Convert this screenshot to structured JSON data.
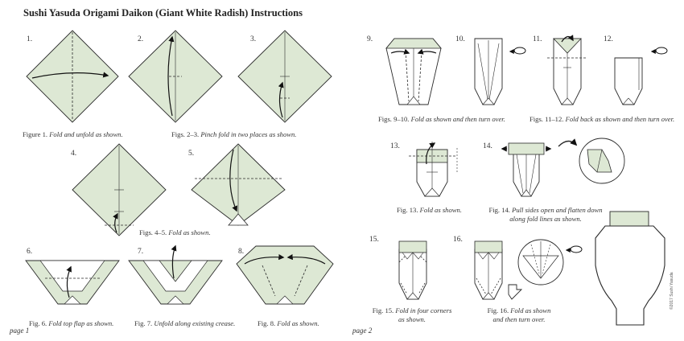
{
  "title": "Sushi Yasuda Origami Daikon (Giant White Radish) Instructions",
  "pages": {
    "left": "page 1",
    "right": "page 2"
  },
  "copyright": "©2017 Sushi Yasuda",
  "colors": {
    "paper_color": "#dde8d4",
    "line": "#2a2a2a",
    "arrow": "#111111"
  },
  "steps": {
    "s1": "1.",
    "s2": "2.",
    "s3": "3.",
    "s4": "4.",
    "s5": "5.",
    "s6": "6.",
    "s7": "7.",
    "s8": "8.",
    "s9": "9.",
    "s10": "10.",
    "s11": "11.",
    "s12": "12.",
    "s13": "13.",
    "s14": "14.",
    "s15": "15.",
    "s16": "16."
  },
  "captions": {
    "c1_lead": "Figure 1.",
    "c1_text": "Fold and unfold as shown.",
    "c23_lead": "Figs. 2–3.",
    "c23_text": "Pinch fold in two places as shown.",
    "c45_lead": "Figs. 4–5.",
    "c45_text": "Fold as shown.",
    "c6_lead": "Fig. 6.",
    "c6_text": "Fold top flap as shown.",
    "c7_lead": "Fig. 7.",
    "c7_text": "Unfold along existing crease.",
    "c8_lead": "Fig. 8.",
    "c8_text": "Fold as shown.",
    "c910_lead": "Figs. 9–10.",
    "c910_text": "Fold as shown and then turn over.",
    "c1112_lead": "Figs. 11–12.",
    "c1112_text": "Fold back as shown and then turn over.",
    "c13_lead": "Fig. 13.",
    "c13_text": "Fold as shown.",
    "c14_lead": "Fig. 14.",
    "c14_line1": "Pull sides open and flatten down",
    "c14_line2": "along fold lines as shown.",
    "c15_lead": "Fig. 15.",
    "c15_line1": "Fold in four corners",
    "c15_line2": "as shown.",
    "c16_lead": "Fig. 16.",
    "c16_line1": "Fold as shown",
    "c16_line2": "and then turn over."
  }
}
